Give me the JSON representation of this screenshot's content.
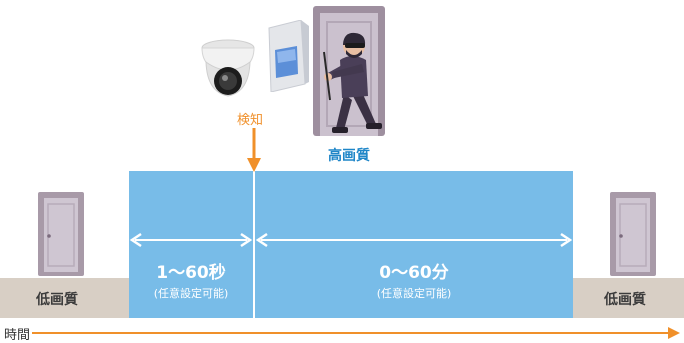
{
  "detect_label": "検知",
  "high_quality_label": "高画質",
  "low_quality_left": "低画質",
  "low_quality_right": "低画質",
  "pre_duration": {
    "value": "1〜60秒",
    "note": "(任意設定可能)"
  },
  "post_duration": {
    "value": "0〜60分",
    "note": "(任意設定可能)"
  },
  "time_axis_label": "時間",
  "icons": [
    "security-camera-icon",
    "motion-sensor-icon",
    "door-icon",
    "intruder-icon",
    "small-door-icon"
  ],
  "colors": {
    "accent_orange": "#f0902a",
    "high_quality_blue": "#78bce8",
    "label_blue": "#1f86c8",
    "low_quality_beige": "#d8cfc5"
  }
}
